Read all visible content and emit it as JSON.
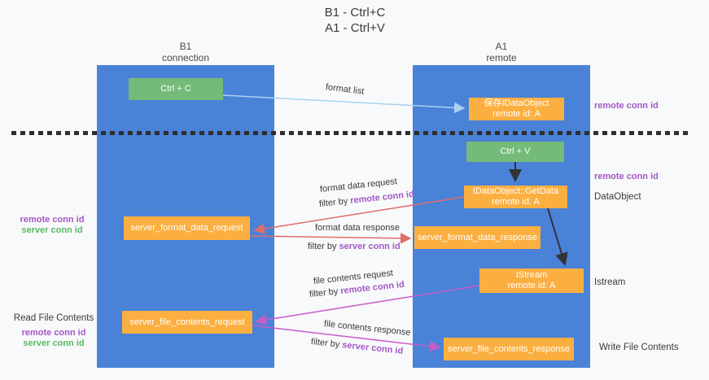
{
  "title": {
    "line1": "B1 - Ctrl+C",
    "line2": "A1 - Ctrl+V"
  },
  "lanes": {
    "left": {
      "name": "B1",
      "role": "connection"
    },
    "right": {
      "name": "A1",
      "role": "remote"
    }
  },
  "nodes": {
    "ctrl_c": {
      "label": "Ctrl + C"
    },
    "ctrl_v": {
      "label": "Ctrl + V"
    },
    "save_idataobject": {
      "line1": "保存IDataObject",
      "line2": "remote id: A"
    },
    "idataobject_getdata": {
      "line1": "IDataObject::GetData",
      "line2": "remote id: A"
    },
    "istream": {
      "line1": "IStream",
      "line2": "remote id: A"
    },
    "server_format_data_request": {
      "label": "server_format_data_request"
    },
    "server_format_data_response": {
      "label": "server_format_data_response"
    },
    "server_file_contents_request": {
      "label": "server_file_contents_request"
    },
    "server_file_contents_response": {
      "label": "server_file_contents_response"
    }
  },
  "edge_labels": {
    "format_list": "format list",
    "format_data_request": "format data request",
    "format_data_response": "format data response",
    "file_contents_request": "file contents request",
    "file_contents_response": "file contents response",
    "filter_by": "filter by",
    "remote_conn_id": "remote conn id",
    "server_conn_id": "server conn id"
  },
  "side_labels": {
    "left_mid": {
      "remote": "remote conn id",
      "server": "server conn id"
    },
    "left_bottom": {
      "title": "Read File Contents",
      "remote": "remote conn id",
      "server": "server conn id"
    },
    "right": {
      "top_remote": "remote conn id",
      "mid_remote": "remote conn id",
      "dataobject": "DataObject",
      "istream": "Istream",
      "write": "Write File Contents"
    }
  },
  "colors": {
    "lane_blue": "#4a82d8",
    "node_green": "#74ba78",
    "node_orange": "#fbaf40",
    "arrow_red": "#e06c6c",
    "arrow_pink": "#c55cc8",
    "arrow_lightblue": "#a9d2f0",
    "arrow_black": "#333333",
    "text_purple": "#a357c7",
    "text_green": "#57bb61"
  }
}
